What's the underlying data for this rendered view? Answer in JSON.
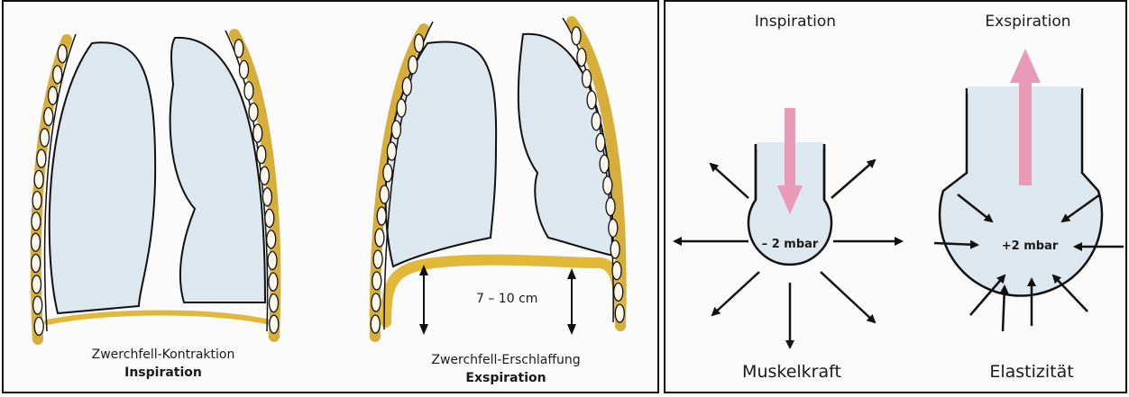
{
  "left_panel": {
    "inspiration_caption": "Zwerchfell-Kontraktion",
    "inspiration_caption_bold": "Inspiration",
    "expiration_caption": "Zwerchfell-Erschlaffung",
    "expiration_caption_bold": "Exspiration",
    "measurement": "7 – 10 cm"
  },
  "right_panel": {
    "inspiration_title": "Inspiration",
    "expiration_title": "Exspiration",
    "inspiration_pressure": "– 2 mbar",
    "expiration_pressure": "+2 mbar",
    "inspiration_force": "Muskelkraft",
    "expiration_force": "Elastizität"
  },
  "colors": {
    "lung_fill": "#dde7f0",
    "rib_cage": "#d7ae3a",
    "diaphragm": "#e1b838",
    "pink_arrow": "#e89ab6",
    "outline": "#111111"
  }
}
